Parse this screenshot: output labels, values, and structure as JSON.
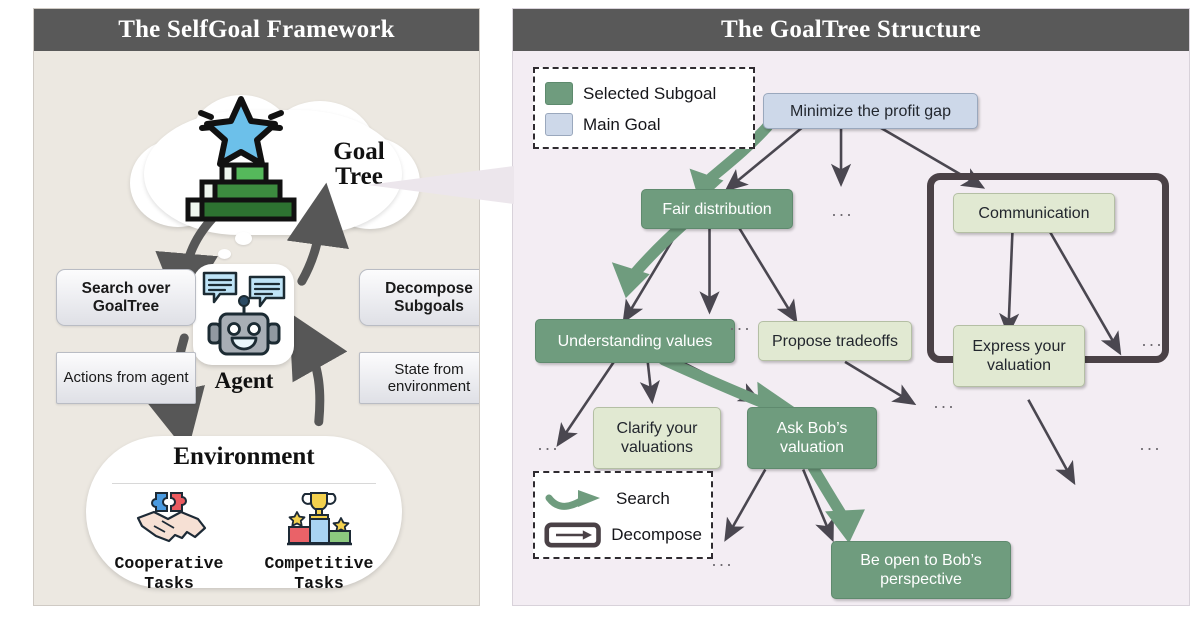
{
  "left_panel": {
    "title": "The SelfGoal Framework",
    "cloud_label": "Goal\nTree",
    "cloud_label_line1": "Goal",
    "cloud_label_line2": "Tree",
    "agent_label": "Agent",
    "tags": {
      "search_over_goaltree": "Search over GoalTree",
      "decompose_subgoals": "Decompose Subgoals",
      "actions_from_agent": "Actions from agent",
      "state_from_environment": "State from environment"
    },
    "environment": {
      "title": "Environment",
      "columns": [
        {
          "icon": "handshake-puzzle-icon",
          "caption": "Cooperative Tasks"
        },
        {
          "icon": "podium-trophy-icon",
          "caption": "Competitive Tasks"
        }
      ]
    }
  },
  "right_panel": {
    "title": "The GoalTree Structure",
    "legend_nodes": [
      {
        "label": "Selected Subgoal",
        "color": "#6f9c7e"
      },
      {
        "label": "Main Goal",
        "color": "#cdd8e9"
      }
    ],
    "legend_edges": [
      {
        "label": "Search",
        "icon": "green-curved-arrow-icon",
        "color": "#6f9c7e"
      },
      {
        "label": "Decompose",
        "icon": "dark-framed-arrow-icon",
        "color": "#4a4146"
      }
    ],
    "nodes": [
      {
        "id": "minimize-the-profit-gap",
        "label": "Minimize the profit gap",
        "type": "main"
      },
      {
        "id": "fair-distribution",
        "label": "Fair distribution",
        "type": "selected"
      },
      {
        "id": "communication",
        "label": "Communication",
        "type": "subgoal"
      },
      {
        "id": "understanding-values",
        "label": "Understanding values",
        "type": "selected"
      },
      {
        "id": "propose-tradeoffs",
        "label": "Propose tradeoffs",
        "type": "subgoal"
      },
      {
        "id": "express-your-valuation",
        "label": "Express your valuation",
        "type": "subgoal"
      },
      {
        "id": "clarify-your-valuations",
        "label": "Clarify your valuations",
        "type": "subgoal"
      },
      {
        "id": "ask-bobs-valuation",
        "label": "Ask Bob’s valuation",
        "type": "selected"
      },
      {
        "id": "be-open-to-bobs-perspective",
        "label": "Be open to Bob’s perspective",
        "type": "selected"
      }
    ],
    "ellipsis": "···",
    "ellipsis_count": 7
  },
  "colors": {
    "header_bar": "#595959",
    "left_bg": "#ece8e1",
    "right_bg": "#f3edf3",
    "selected_green": "#6f9c7e",
    "main_blue": "#cdd8e9",
    "subgoal_green": "#e1e9d2",
    "edge_dark": "#4a4750",
    "search_arrow": "#6f9c7e",
    "decompose_frame": "#4a4146"
  }
}
